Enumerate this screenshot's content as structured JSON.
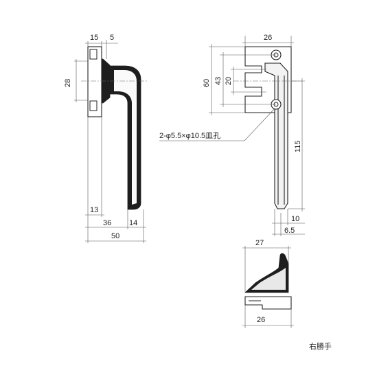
{
  "front_view": {
    "dims": {
      "w15": "15",
      "w5": "5",
      "h28": "28",
      "d13": "13",
      "d36": "36",
      "d14": "14",
      "d50": "50"
    }
  },
  "side_view": {
    "dims": {
      "w26": "26",
      "h60": "60",
      "h43": "43",
      "h20": "20",
      "h115": "115",
      "w10": "10",
      "w65": "6.5"
    },
    "hole_callout": "2-φ5.5×φ10.5皿孔"
  },
  "bottom_view": {
    "dims": {
      "w27": "27",
      "w26": "26"
    }
  },
  "caption": "右勝手"
}
